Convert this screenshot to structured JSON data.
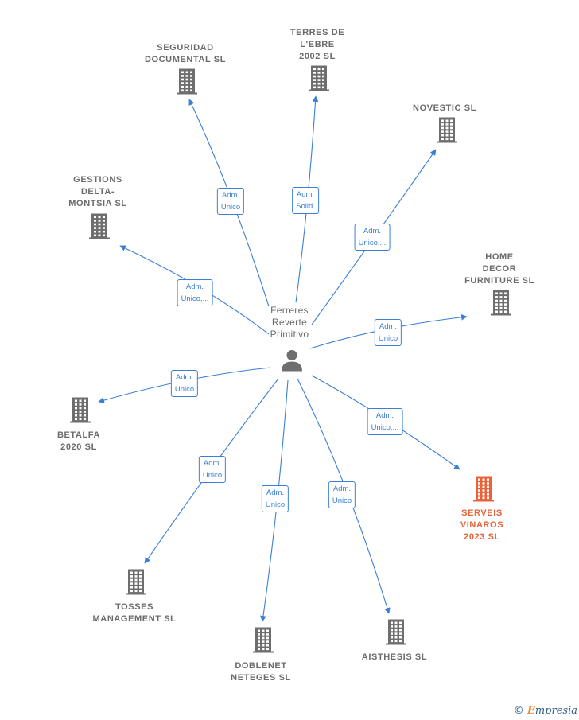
{
  "person": {
    "name": "Ferreres\nReverte\nPrimitivo"
  },
  "companies": [
    {
      "id": "seguridad",
      "name": "SEGURIDAD\nDOCUMENTAL SL",
      "role": "Adm.\nUnico",
      "highlight": false
    },
    {
      "id": "terres",
      "name": "TERRES DE\nL'EBRE\n2002  SL",
      "role": "Adm.\nSolid.",
      "highlight": false
    },
    {
      "id": "novestic",
      "name": "NOVESTIC  SL",
      "role": "Adm.\nUnico,...",
      "highlight": false
    },
    {
      "id": "gestions",
      "name": "GESTIONS\nDELTA-\nMONTSIA SL",
      "role": "Adm.\nUnico,...",
      "highlight": false
    },
    {
      "id": "homedecor",
      "name": "HOME\nDECOR\nFURNITURE SL",
      "role": "Adm.\nUnico",
      "highlight": false
    },
    {
      "id": "betalfa",
      "name": "BETALFA\n2020 SL",
      "role": "Adm.\nUnico",
      "highlight": false
    },
    {
      "id": "serveis",
      "name": "SERVEIS\nVINAROS\n2023  SL",
      "role": "Adm.\nUnico,...",
      "highlight": true
    },
    {
      "id": "tosses",
      "name": "TOSSES\nMANAGEMENT SL",
      "role": "Adm.\nUnico",
      "highlight": false
    },
    {
      "id": "doblenet",
      "name": "DOBLENET\nNETEGES  SL",
      "role": "Adm.\nUnico",
      "highlight": false
    },
    {
      "id": "aisthesis",
      "name": "AISTHESIS  SL",
      "role": "Adm.\nUnico",
      "highlight": false
    }
  ],
  "colors": {
    "edge": "#3a7fd5",
    "building": "#6e6e6e",
    "highlight": "#e8623a",
    "person": "#6e6e6e"
  },
  "icons": {
    "company": "building-icon",
    "person": "person-icon"
  },
  "brand": {
    "copyright": "©",
    "name": "mpresia",
    "initial": "E"
  }
}
